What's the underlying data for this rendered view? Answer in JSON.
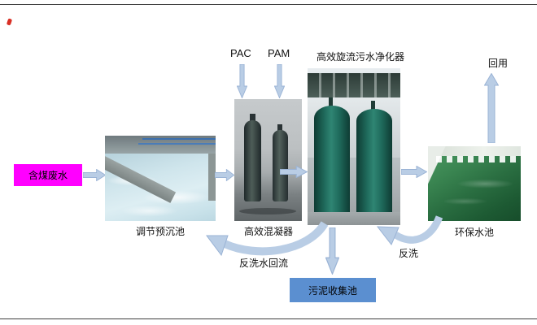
{
  "colors": {
    "arrow_fill": "#b9cde5",
    "arrow_stroke": "#9ab3d5",
    "source_bg": "#ff00ff",
    "sludge_bg": "#5b8fd0",
    "text": "#111111",
    "frame_line": "#3c3c3c"
  },
  "nodes": {
    "source": {
      "label": "含煤废水"
    },
    "pretank": {
      "label": "调节预沉池"
    },
    "coagulator": {
      "label": "高效混凝器"
    },
    "purifier": {
      "label": "高效旋流污水净化器"
    },
    "pool": {
      "label": "环保水池"
    },
    "sludge": {
      "label": "污泥收集池"
    },
    "reuse": {
      "label": "回用"
    }
  },
  "dosing": {
    "pac": "PAC",
    "pam": "PAM"
  },
  "flows": {
    "backwash_return": "反洗水回流",
    "backwash": "反洗"
  }
}
